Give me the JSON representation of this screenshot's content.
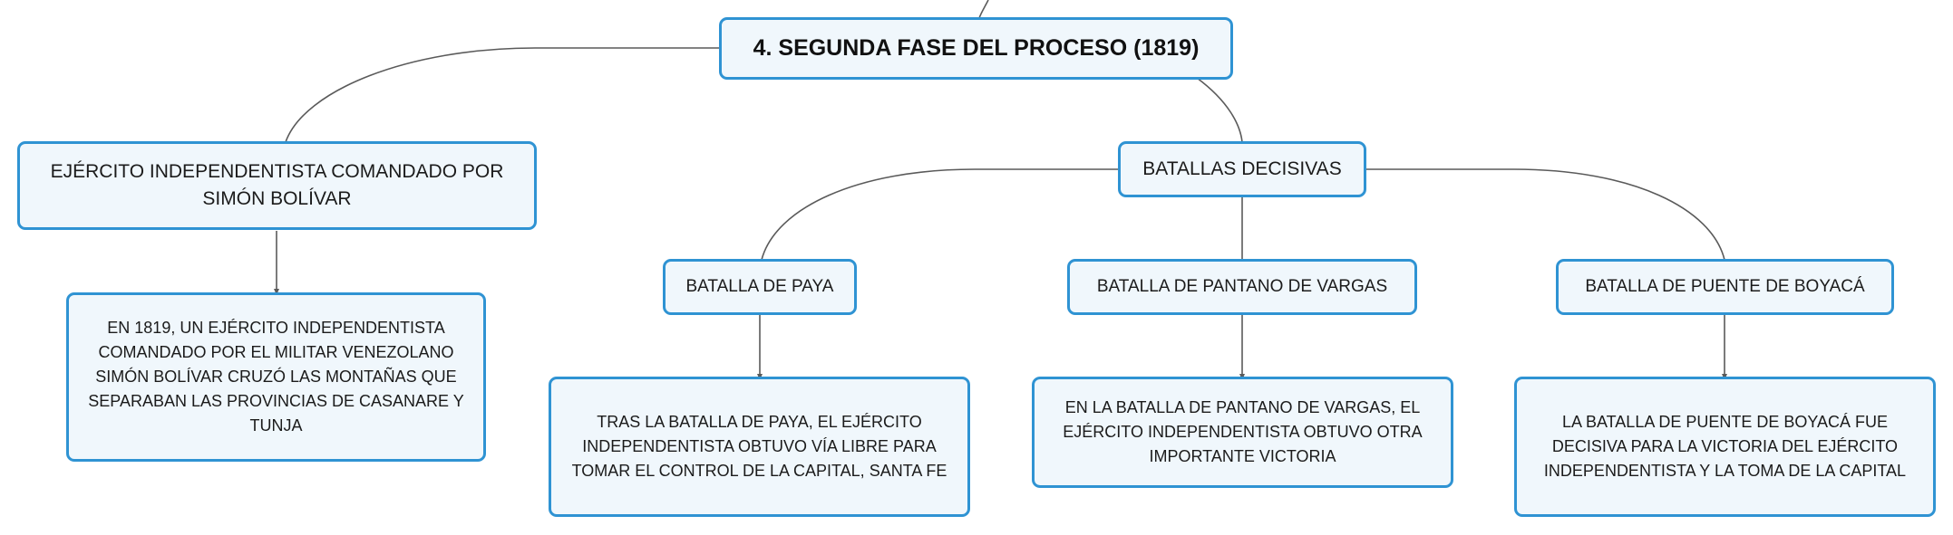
{
  "diagram": {
    "root": {
      "label": "4. SEGUNDA FASE DEL PROCESO (1819)"
    },
    "army": {
      "label": "EJÉRCITO INDEPENDENTISTA COMANDADO POR SIMÓN BOLÍVAR",
      "detail": "EN 1819, UN EJÉRCITO INDEPENDENTISTA COMANDADO POR EL MILITAR VENEZOLANO SIMÓN BOLÍVAR CRUZÓ LAS MONTAÑAS QUE SEPARABAN LAS PROVINCIAS DE CASANARE Y TUNJA"
    },
    "battles": {
      "label": "BATALLAS DECISIVAS",
      "items": [
        {
          "label": "BATALLA DE PAYA",
          "detail": "TRAS LA BATALLA DE PAYA, EL EJÉRCITO INDEPENDENTISTA OBTUVO VÍA LIBRE PARA TOMAR EL CONTROL DE LA CAPITAL, SANTA FE"
        },
        {
          "label": "BATALLA DE PANTANO DE VARGAS",
          "detail": "EN LA BATALLA DE PANTANO DE VARGAS, EL EJÉRCITO INDEPENDENTISTA OBTUVO OTRA IMPORTANTE VICTORIA"
        },
        {
          "label": "BATALLA DE PUENTE DE BOYACÁ",
          "detail": "LA BATALLA DE PUENTE DE BOYACÁ FUE DECISIVA PARA LA VICTORIA DEL EJÉRCITO INDEPENDENTISTA Y LA TOMA DE LA CAPITAL"
        }
      ]
    }
  },
  "colors": {
    "node_border": "#2f93d3",
    "node_fill": "#f0f7fc",
    "connector": "#555555"
  }
}
